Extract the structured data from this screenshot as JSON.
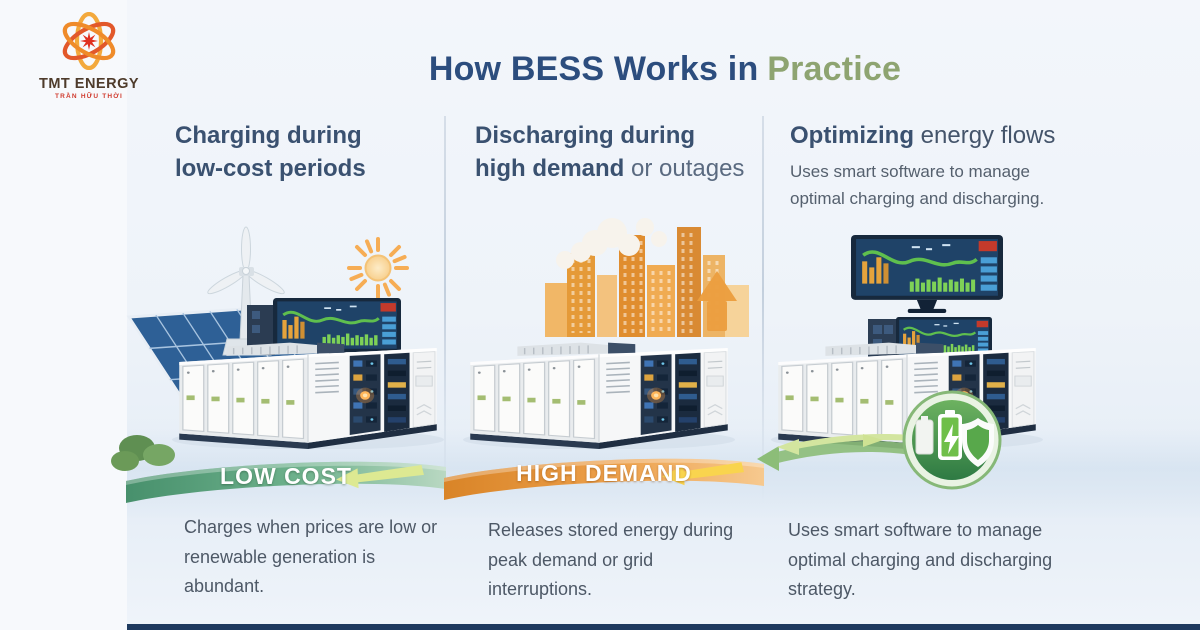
{
  "brand": {
    "name": "TMT ENERGY",
    "tagline": "TRẦN HỮU THỜI"
  },
  "title": {
    "main": "How BESS Works in",
    "accent": "Practice"
  },
  "colors": {
    "title_main": "#2c4d7e",
    "title_accent": "#8ea471",
    "heading": "#3a5170",
    "body_text": "#4d5866",
    "banner_green": "#5ea884",
    "banner_orange": "#e6993c",
    "bottom_bar": "#1e3a5f"
  },
  "columns": [
    {
      "heading_line1": "Charging during",
      "heading_line2": "low-cost periods",
      "banner": "LOW COST",
      "description": "Charges when prices are low or renewable generation is abundant.",
      "icons": [
        "solar-panel",
        "wind-turbine",
        "sun",
        "dashboard-monitor",
        "battery-storage",
        "banner-left-arrow"
      ]
    },
    {
      "heading_line1": "Discharging during",
      "heading_line2_strong": "high demand",
      "heading_line2_rest": " or outages",
      "banner": "HIGH DEMAND",
      "description": "Releases stored energy during peak demand or grid interruptions.",
      "icons": [
        "city-skyline",
        "smoke",
        "demand-up-arrow",
        "battery-storage",
        "banner-left-arrow"
      ]
    },
    {
      "heading_strong": "Optimizing",
      "heading_rest": " energy flows",
      "subtitle": "Uses smart software to manage optimal charging and discharging.",
      "description": "Uses smart software to manage optimal charging and discharging strategy.",
      "icons": [
        "monitoring-screen",
        "small-monitor",
        "battery-storage",
        "battery-shield-badge",
        "energy-flow-arrows"
      ]
    }
  ]
}
